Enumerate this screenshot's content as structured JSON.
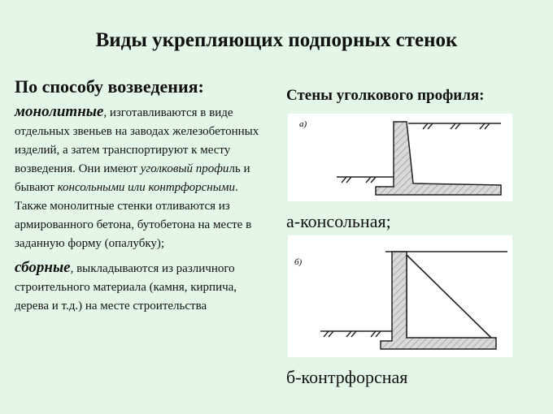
{
  "title": "Виды укрепляющих подпорных стенок",
  "left": {
    "heading": "По способу возведения:",
    "monolithic": {
      "term": "монолитные",
      "t1": ", изготавливаются в виде отдельных звеньев на заводах железобетонных изделий, а затем транспортируют к месту возведения. Они имеют ",
      "i1": "уголковый профи",
      "t2": "ль и бывают ",
      "i2": "консольными или контрфорсными",
      "t3": ". Также монолитные стенки отливаются из армированного бетона, бутобетона на месте в заданную форму (опалубку);"
    },
    "prefab": {
      "term": "сборные",
      "t1": ", выкладываются из различного строительного материала (камня, кирпича, дерева и т.д.) на месте строительства"
    }
  },
  "right": {
    "heading": "Стены уголкового профиля:",
    "figure_a_label": "а)",
    "caption_a": "а-консольная;",
    "figure_b_label": "б)",
    "caption_b": "б-контрфорсная"
  },
  "colors": {
    "background": "#e4f6e8",
    "wall_fill": "#d9d9d9",
    "line": "#222222"
  }
}
